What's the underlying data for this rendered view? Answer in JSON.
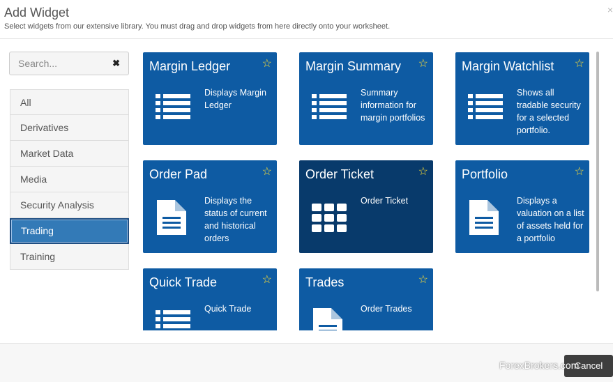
{
  "dialog": {
    "title": "Add Widget",
    "subtitle": "Select widgets from our extensive library. You must drag and drop widgets from here directly onto your worksheet.",
    "close_glyph": "×"
  },
  "search": {
    "placeholder": "Search...",
    "clear_glyph": "✖"
  },
  "categories": [
    {
      "label": "All"
    },
    {
      "label": "Derivatives"
    },
    {
      "label": "Market Data"
    },
    {
      "label": "Media"
    },
    {
      "label": "Security Analysis"
    },
    {
      "label": "Trading",
      "selected": true
    },
    {
      "label": "Training"
    }
  ],
  "widgets": [
    {
      "name": "Margin Ledger",
      "description": "Displays Margin Ledger",
      "icon": "list-icon"
    },
    {
      "name": "Margin Summary",
      "description": "Summary information for margin portfolios",
      "icon": "list-icon"
    },
    {
      "name": "Margin Watchlist",
      "description": "Shows all tradable security for a selected portfolio.",
      "icon": "list-icon"
    },
    {
      "name": "Order Pad",
      "description": "Displays the status of current and historical orders",
      "icon": "document-icon"
    },
    {
      "name": "Order Ticket",
      "description": "Order Ticket",
      "icon": "grid-icon",
      "highlighted": true
    },
    {
      "name": "Portfolio",
      "description": "Displays a valuation on a list of assets held for a portfolio",
      "icon": "document-icon"
    },
    {
      "name": "Quick Trade",
      "description": "Quick Trade",
      "icon": "list-icon"
    },
    {
      "name": "Trades",
      "description": "Order Trades",
      "icon": "document-icon"
    }
  ],
  "star_glyph": "☆",
  "footer": {
    "cancel_label": "Cancel",
    "watermark": "ForexBrokers.com"
  },
  "colors": {
    "tile": "#0e5ba3",
    "tile_highlighted": "#083a6b",
    "selected_category": "#337ab7",
    "star": "#ffe033"
  }
}
